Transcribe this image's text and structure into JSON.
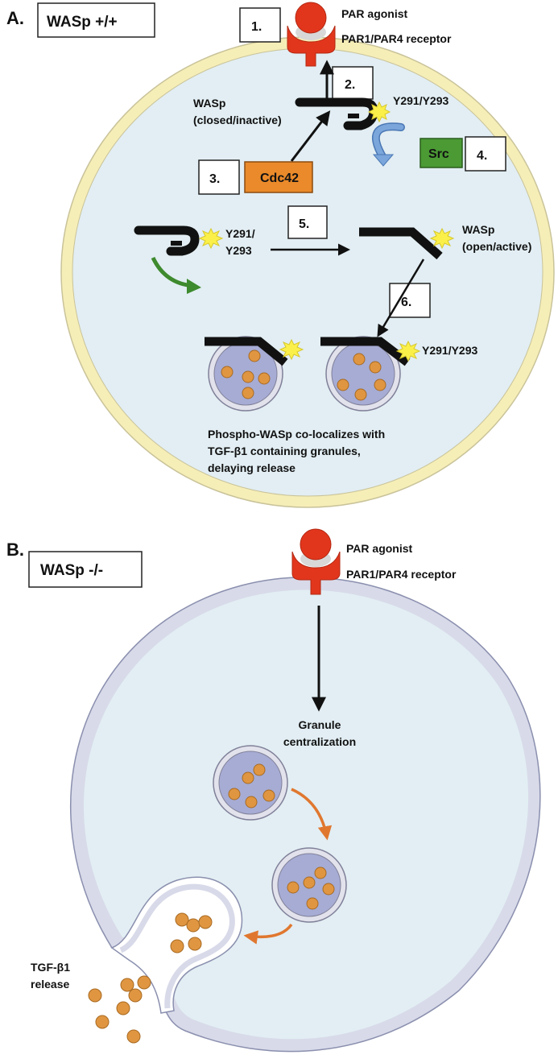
{
  "panelA": {
    "letter": "A.",
    "title": "WASp +/+",
    "receiver": {
      "agonist": "PAR agonist",
      "receptor": "PAR1/PAR4 receptor"
    },
    "wasp_closed": {
      "line1": "WASp",
      "line2": "(closed/inactive)"
    },
    "site_top": "Y291/Y293",
    "site_left": {
      "line1": "Y291/",
      "line2": "Y293"
    },
    "wasp_open": {
      "line1": "WASp",
      "line2": "(open/active)"
    },
    "site_granule": "Y291/Y293",
    "cdc42": "Cdc42",
    "src": "Src",
    "steps": [
      "1.",
      "2.",
      "3.",
      "4.",
      "5.",
      "6."
    ],
    "caption": [
      "Phospho-WASp co-localizes with",
      "TGF-β1 containing granules,",
      "delaying release"
    ]
  },
  "panelB": {
    "letter": "B.",
    "title": "WASp -/-",
    "receiver": {
      "agonist": "PAR agonist",
      "receptor": "PAR1/PAR4 receptor"
    },
    "granule_label": {
      "line1": "Granule",
      "line2": "centralization"
    },
    "release_label": {
      "line1": "TGF-β1",
      "line2": "release"
    }
  },
  "colors": {
    "cell_fill": "#e2eef3",
    "membrane_A": "#f6eeb7",
    "membrane_B": "#d8dae9",
    "receptor": "#e2361c",
    "granule": "#e09641",
    "vesicle": "#a6acd4",
    "cdc42": "#ea8a2a",
    "src": "#4b9a34",
    "src_arrow": "#7aa6db",
    "green_arrow": "#3e8a2e",
    "orange_arrow": "#e0772f",
    "phospho": "#fbf04a"
  }
}
